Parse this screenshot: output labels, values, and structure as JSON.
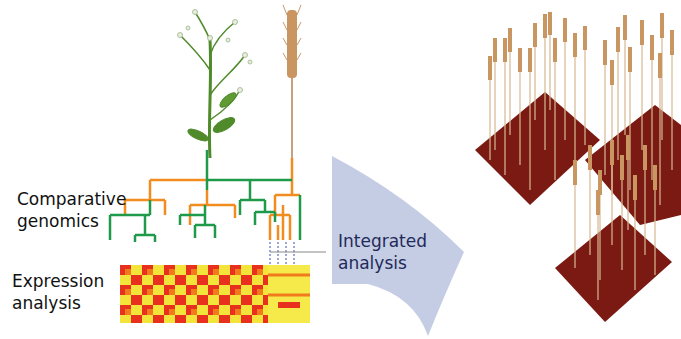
{
  "diagram": {
    "nodes": [
      {
        "text": [
          "Integrated analysis"
        ]
      }
    ],
    "labels": [
      "Comparative genomics",
      "Expression analysis"
    ]
  }
}
